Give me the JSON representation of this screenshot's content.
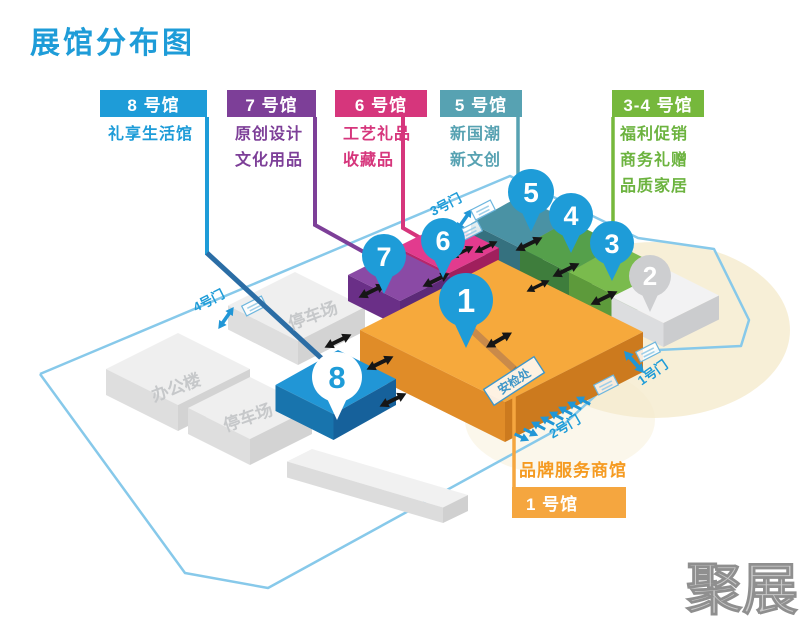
{
  "title": "展馆分布图",
  "legend": {
    "halls": [
      {
        "id": "8",
        "label": "8 号馆",
        "color": "#1e9cd8",
        "desc_lines": [
          "礼享生活馆"
        ]
      },
      {
        "id": "7",
        "label": "7 号馆",
        "color": "#7d3f98",
        "desc_lines": [
          "原创设计",
          "文化用品"
        ]
      },
      {
        "id": "6",
        "label": "6 号馆",
        "color": "#d6367c",
        "desc_lines": [
          "工艺礼品",
          "收藏品"
        ]
      },
      {
        "id": "5",
        "label": "5 号馆",
        "color": "#57a2b2",
        "desc_lines": [
          "新国潮",
          "新文创"
        ]
      },
      {
        "id": "3-4",
        "label": "3-4 号馆",
        "color": "#76b83c",
        "desc_lines": [
          "福利促销",
          "商务礼赠",
          "品质家居"
        ]
      }
    ],
    "hall1": {
      "desc": "品牌服务商馆",
      "label": "1 号馆",
      "color": "#f5a63f"
    }
  },
  "map": {
    "gates": [
      "3号门",
      "4号门",
      "1号门",
      "2号门"
    ],
    "areas": [
      "停车场",
      "办公楼",
      "停车场"
    ],
    "security_label": "安检处",
    "pins": [
      "1",
      "2",
      "3",
      "4",
      "5",
      "6",
      "7",
      "8"
    ]
  },
  "watermark": "聚展"
}
